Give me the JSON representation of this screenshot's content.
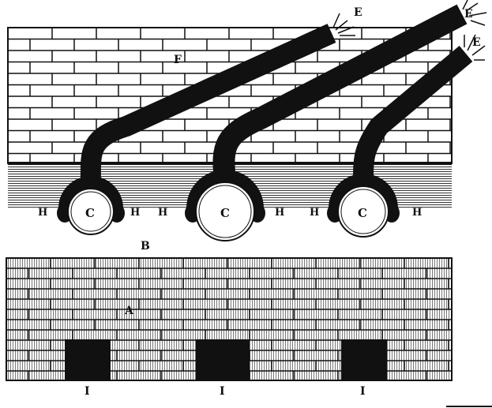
{
  "figure": {
    "labels": {
      "e1": "E",
      "e2": "E",
      "e3": "E",
      "f": "F",
      "h1": "H",
      "h2": "H",
      "h3": "H",
      "h4": "H",
      "h5": "H",
      "h6": "H",
      "c1": "C",
      "c2": "C",
      "c3": "C",
      "b": "B",
      "a": "A",
      "i1": "I",
      "i2": "I",
      "i3": "I"
    },
    "colors": {
      "ink": "#111111",
      "paper": "#ffffff",
      "band": "#9a9a9a"
    }
  }
}
